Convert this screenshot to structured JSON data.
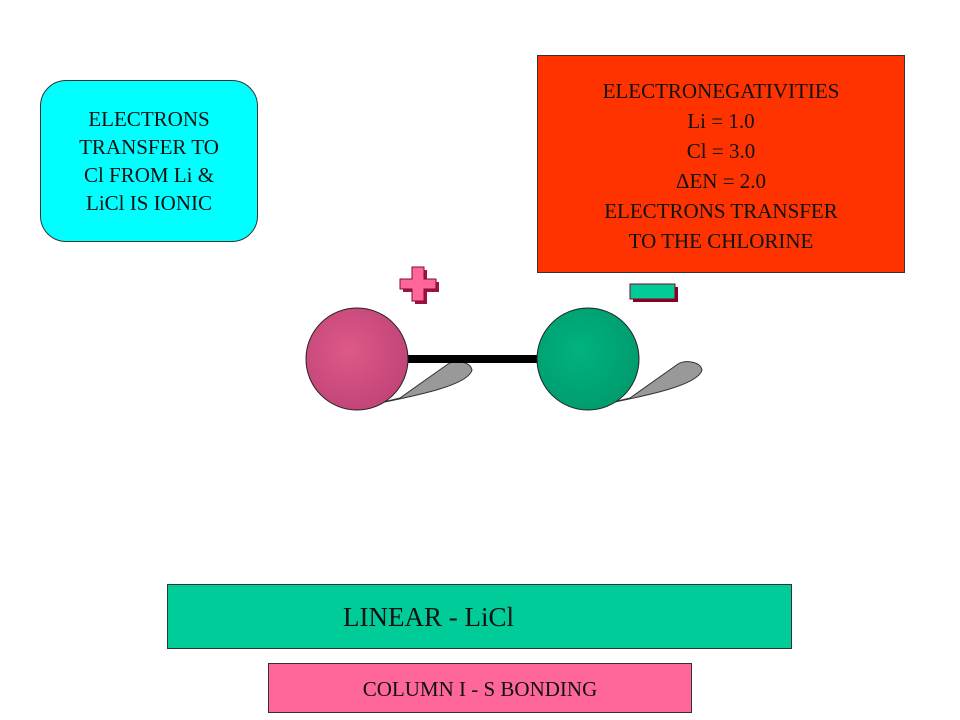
{
  "transfer_note": {
    "lines": [
      "ELECTRONS",
      "TRANSFER TO",
      "Cl FROM Li &",
      "LiCl IS IONIC"
    ]
  },
  "electronegativity_box": {
    "lines": [
      "ELECTRONEGATIVITIES",
      "Li = 1.0",
      "Cl = 3.0",
      "ΔEN = 2.0",
      "ELECTRONS TRANSFER",
      "TO THE  CHLORINE"
    ]
  },
  "charges": {
    "positive": "+",
    "negative": "−"
  },
  "geometry_label": "LINEAR -  LiCl",
  "column_label": "COLUMN I - S BONDING",
  "colors": {
    "transfer_box": "#00ffff",
    "electronegativity_box": "#ff3300",
    "geometry_bar": "#00cc99",
    "column_bar": "#ff6699",
    "lithium_atom": "#cc4477",
    "chlorine_atom": "#00aa77",
    "positive_sign": "#ff6699",
    "negative_sign": "#00cc99"
  }
}
